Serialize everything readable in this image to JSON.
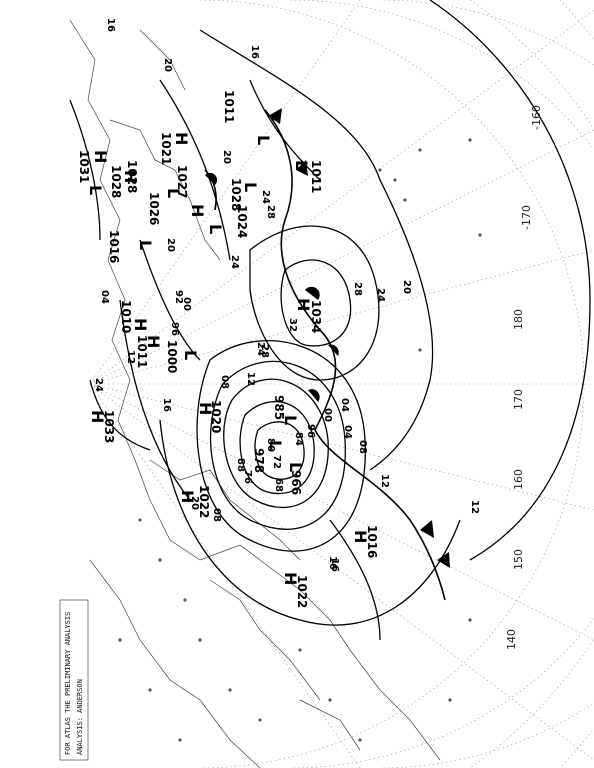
{
  "map": {
    "longitude_labels": [
      "-160",
      "-170",
      "180",
      "170",
      "160",
      "150",
      "140"
    ],
    "isobar_labels": [
      "16",
      "20",
      "16",
      "20",
      "24",
      "28",
      "28",
      "24",
      "24",
      "20",
      "28",
      "32",
      "24",
      "20",
      "12",
      "08",
      "04",
      "00",
      "96",
      "92",
      "88",
      "84",
      "80",
      "76",
      "72",
      "68",
      "12",
      "16",
      "04",
      "08",
      "00",
      "96",
      "04",
      "08",
      "12",
      "16",
      "20",
      "24",
      "12",
      "16"
    ],
    "highs": [
      {
        "symbol": "H",
        "value": "1031"
      },
      {
        "symbol": "H",
        "value": "1028"
      },
      {
        "symbol": "H",
        "value": "1021"
      },
      {
        "symbol": "H",
        "value": "1027"
      },
      {
        "symbol": "H",
        "value": "1034"
      },
      {
        "symbol": "H",
        "value": "1033"
      },
      {
        "symbol": "H",
        "value": "1020"
      },
      {
        "symbol": "H",
        "value": "1022"
      },
      {
        "symbol": "H",
        "value": "1016"
      },
      {
        "symbol": "H",
        "value": "1022"
      },
      {
        "symbol": "H",
        "value": "1010"
      },
      {
        "symbol": "H",
        "value": "1011"
      }
    ],
    "lows": [
      {
        "symbol": "L",
        "value": "1011"
      },
      {
        "symbol": "L",
        "value": "1024"
      },
      {
        "symbol": "L",
        "value": "1028"
      },
      {
        "symbol": "L",
        "value": "985"
      },
      {
        "symbol": "L",
        "value": "978"
      },
      {
        "symbol": "L",
        "value": "966"
      },
      {
        "symbol": "L",
        "value": "1000"
      },
      {
        "symbol": "L",
        "value": "1016"
      },
      {
        "symbol": "L",
        "value": "1026"
      },
      {
        "symbol": "L",
        "value": "1028"
      },
      {
        "symbol": "L",
        "value": "1011"
      }
    ],
    "info_block": [
      "FOR ATLAS THE PRELIMINARY ANALYSIS",
      "ANALYSIS: ANDERSON"
    ],
    "colors": {
      "isobar": "#000000",
      "grid": "#9a9a9a",
      "coast": "#444444",
      "background": "#ffffff"
    }
  }
}
